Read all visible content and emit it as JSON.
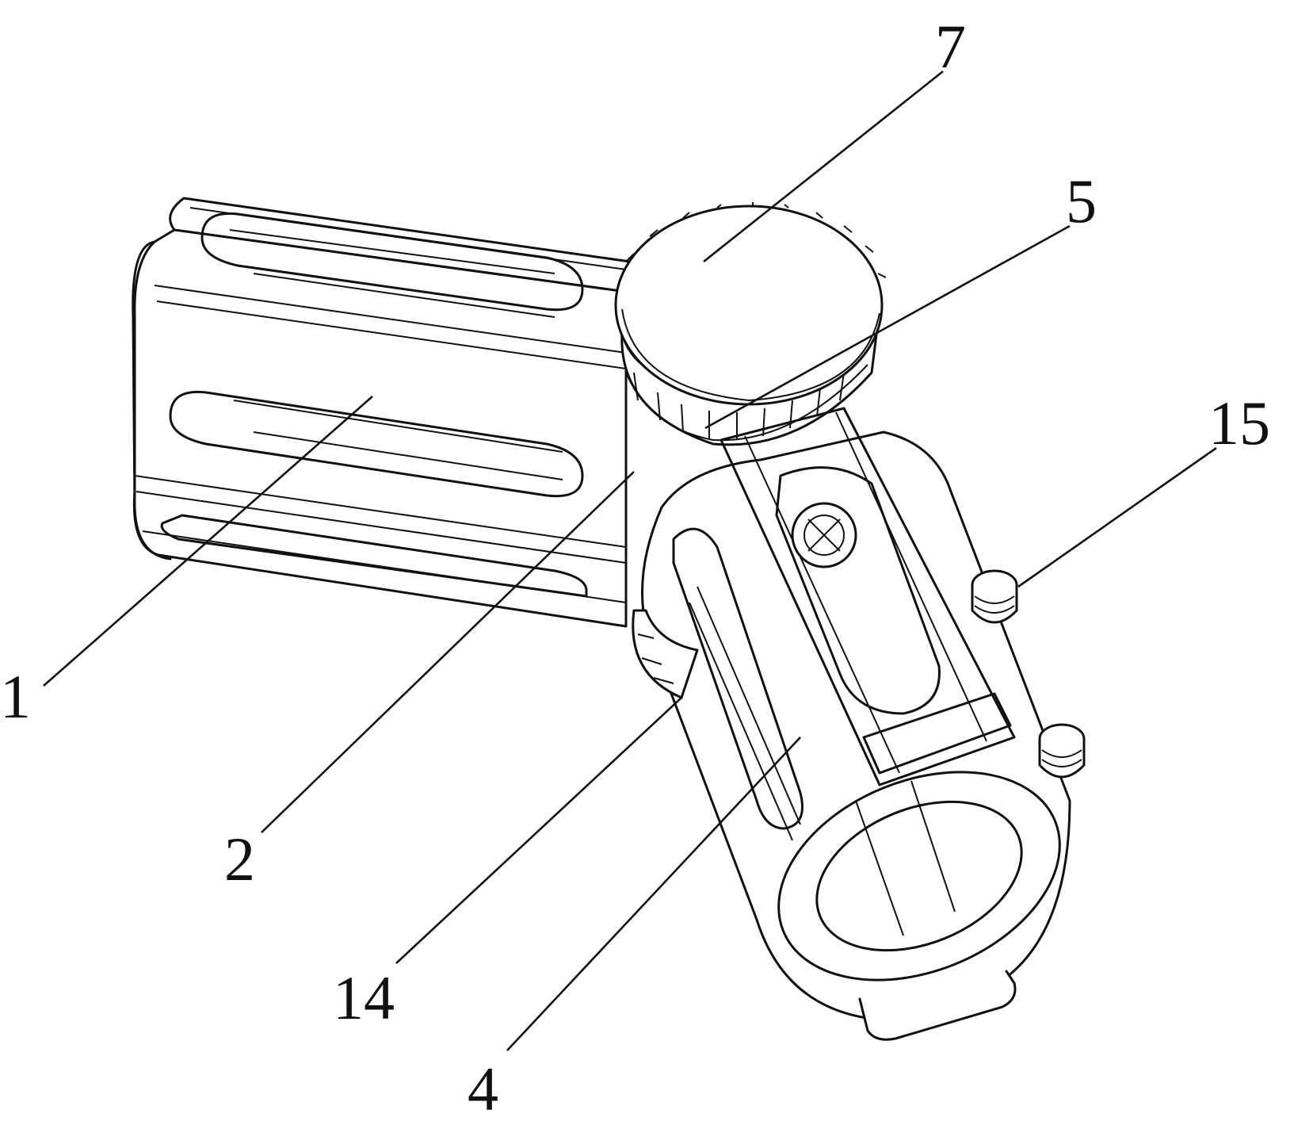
{
  "callouts": [
    {
      "id": "1",
      "text": "1"
    },
    {
      "id": "2",
      "text": "2"
    },
    {
      "id": "4",
      "text": "4"
    },
    {
      "id": "5",
      "text": "5"
    },
    {
      "id": "7",
      "text": "7"
    },
    {
      "id": "14",
      "text": "14"
    },
    {
      "id": "15",
      "text": "15"
    }
  ]
}
